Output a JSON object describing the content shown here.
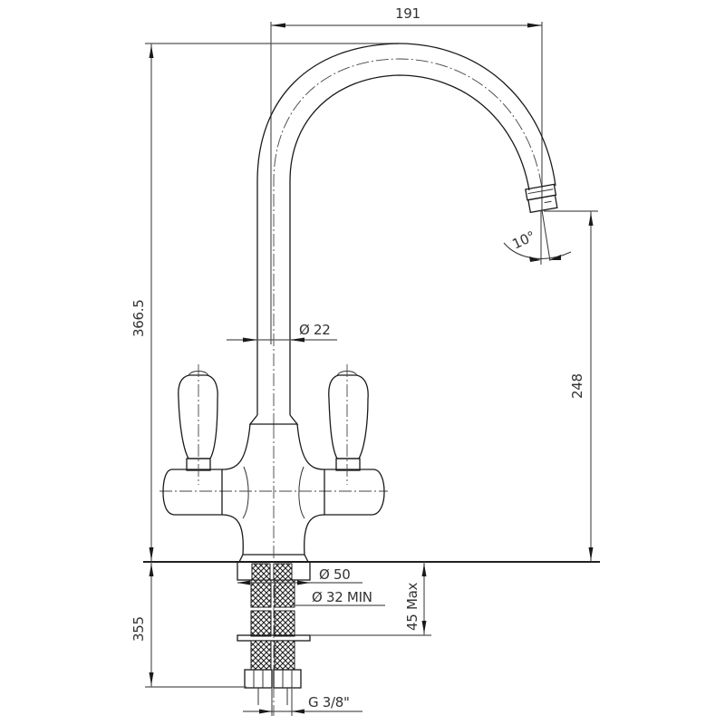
{
  "drawing": {
    "subject": "Two-handle kitchen mixer tap with swan-neck spout",
    "dimensions": {
      "spout_reach": "191",
      "total_height": "366.5",
      "spout_outlet_height": "248",
      "spout_diameter": "Ø 22",
      "spout_angle": "10°",
      "base_diameter": "Ø 50",
      "hole_min_diameter": "Ø 32 MIN",
      "deck_thickness": "45 Max",
      "hose_length": "355",
      "connection_thread": "G 3/8\""
    },
    "colors": {
      "line": "#1a1a1a",
      "dimension_line": "#555555",
      "background": "#ffffff"
    }
  }
}
